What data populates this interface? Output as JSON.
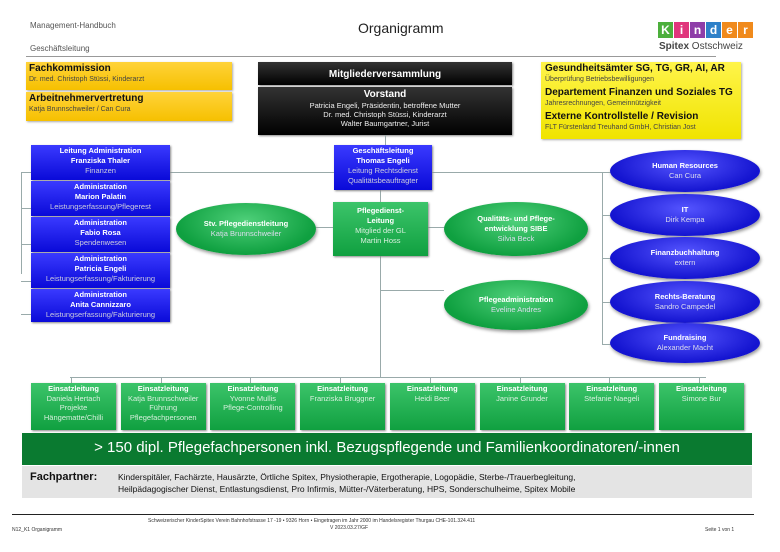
{
  "header": {
    "manual": "Management-Handbuch",
    "section": "Geschäftsleitung",
    "title": "Organigramm",
    "logo": {
      "letters": [
        "K",
        "i",
        "n",
        "d",
        "e",
        "r"
      ],
      "letter_colors": [
        "#4caf3c",
        "#e0367c",
        "#8e3ea8",
        "#2e80c8",
        "#f08a1c",
        "#f08a1c"
      ],
      "line2_bold": "Spitex",
      "line2_rest": " Ostschweiz"
    }
  },
  "top_left": [
    {
      "title": "Fachkommission",
      "sub": "Dr. med. Christoph Stüssi, Kinderarzt"
    },
    {
      "title": "Arbeitnehmervertretung",
      "sub": "Katja Brunnschweiler / Can Cura"
    }
  ],
  "top_center": {
    "assembly": "Mitgliederversammlung",
    "board_title": "Vorstand",
    "board_members": [
      "Patricia Engeli, Präsidentin, betroffene Mutter",
      "Dr. med. Christoph Stüssi, Kinderarzt",
      "Walter Baumgartner, Jurist"
    ]
  },
  "top_right": [
    {
      "title": "Gesundheitsämter SG, TG, GR, AI, AR",
      "sub": "Überprüfung Betriebsbewilligungen"
    },
    {
      "title": "Departement Finanzen und Soziales TG",
      "sub": "Jahresrechnungen, Gemeinnützigkeit"
    },
    {
      "title": "Externe Kontrollstelle / Revision",
      "sub": "FLT Fürstenland Treuhand GmbH, Christian Jost"
    }
  ],
  "admin": [
    {
      "role": "Leitung Administration",
      "name": "Franziska Thaler",
      "task": "Finanzen"
    },
    {
      "role": "Administration",
      "name": "Marion Palatin",
      "task": "Leistungserfassung/Pflegerest"
    },
    {
      "role": "Administration",
      "name": "Fabio Rosa",
      "task": "Spendenwesen"
    },
    {
      "role": "Administration",
      "name": "Patricia Engeli",
      "task": "Leistungserfassung/Fakturierung"
    },
    {
      "role": "Administration",
      "name": "Anita Cannizzaro",
      "task": "Leistungserfassung/Fakturierung"
    }
  ],
  "management": {
    "role": "Geschäftsleitung",
    "name": "Thomas Engeli",
    "lines": [
      "Leitung Rechtsdienst",
      "Qualitätsbeauftragter"
    ]
  },
  "nursing_lead": {
    "role1": "Pflegedienst-",
    "role2": "Leitung",
    "lines": [
      "Mitglied der GL",
      "Martin Hoss"
    ]
  },
  "deputy": {
    "title": "Stv. Pflegedienstleitung",
    "name": "Katja Brunnschweiler"
  },
  "quality": {
    "title1": "Qualitäts- und Pflege-",
    "title2": "entwicklung SIBE",
    "name": "Silvia Beck"
  },
  "care_admin": {
    "title": "Pflegeadministration",
    "name": "Eveline Andres"
  },
  "services": [
    {
      "title": "Human Resources",
      "name": "Can Cura"
    },
    {
      "title": "IT",
      "name": "Dirk Kempa"
    },
    {
      "title": "Finanzbuchhaltung",
      "name": "extern"
    },
    {
      "title": "Rechts-Beratung",
      "name": "Sandro Campedel"
    },
    {
      "title": "Fundraising",
      "name": "Alexander Macht"
    }
  ],
  "operations": [
    {
      "role": "Einsatzleitung",
      "lines": [
        "Daniela Hertach",
        "Projekte",
        "Hängematte/Chilli"
      ]
    },
    {
      "role": "Einsatzleitung",
      "lines": [
        "Katja Brunnschweiler",
        "Führung",
        "Pflegefachpersonen"
      ]
    },
    {
      "role": "Einsatzleitung",
      "lines": [
        "Yvonne Mullis",
        "Pflege-Controlling"
      ]
    },
    {
      "role": "Einsatzleitung",
      "lines": [
        "Franziska Bruggner"
      ]
    },
    {
      "role": "Einsatzleitung",
      "lines": [
        "Heidi Beer"
      ]
    },
    {
      "role": "Einsatzleitung",
      "lines": [
        "Janine Grunder"
      ]
    },
    {
      "role": "Einsatzleitung",
      "lines": [
        "Stefanie Naegeli"
      ]
    },
    {
      "role": "Einsatzleitung",
      "lines": [
        "Simone Bur"
      ]
    }
  ],
  "banner": "> 150 dipl. Pflegefachpersonen inkl. Bezugspflegende und Familienkoordinatoren/-innen",
  "partners": {
    "label": "Fachpartner:",
    "line1": "Kinderspitäler, Fachärzte, Hausärzte, Örtliche Spitex, Physiotherapie, Ergotherapie, Logopädie, Sterbe-/Trauerbegleitung,",
    "line2": "Heilpädagogischer Dienst, Entlastungsdienst, Pro Infirmis, Mütter-/Väterberatung, HPS, Sonderschulheime, Spitex Mobile"
  },
  "footer": {
    "doc_id": "N12_K1 Organigramm",
    "org_line": "Schweizerischer KinderSpitex Verein Bahnhofstrasse 17 -19 • 9326 Horn • Eingetragen im Jahr 2000 im Handelsregister Thurgau CHE-101.324.411",
    "version": "V 2023.03.27/GF",
    "page": "Seite 1 von 1"
  }
}
